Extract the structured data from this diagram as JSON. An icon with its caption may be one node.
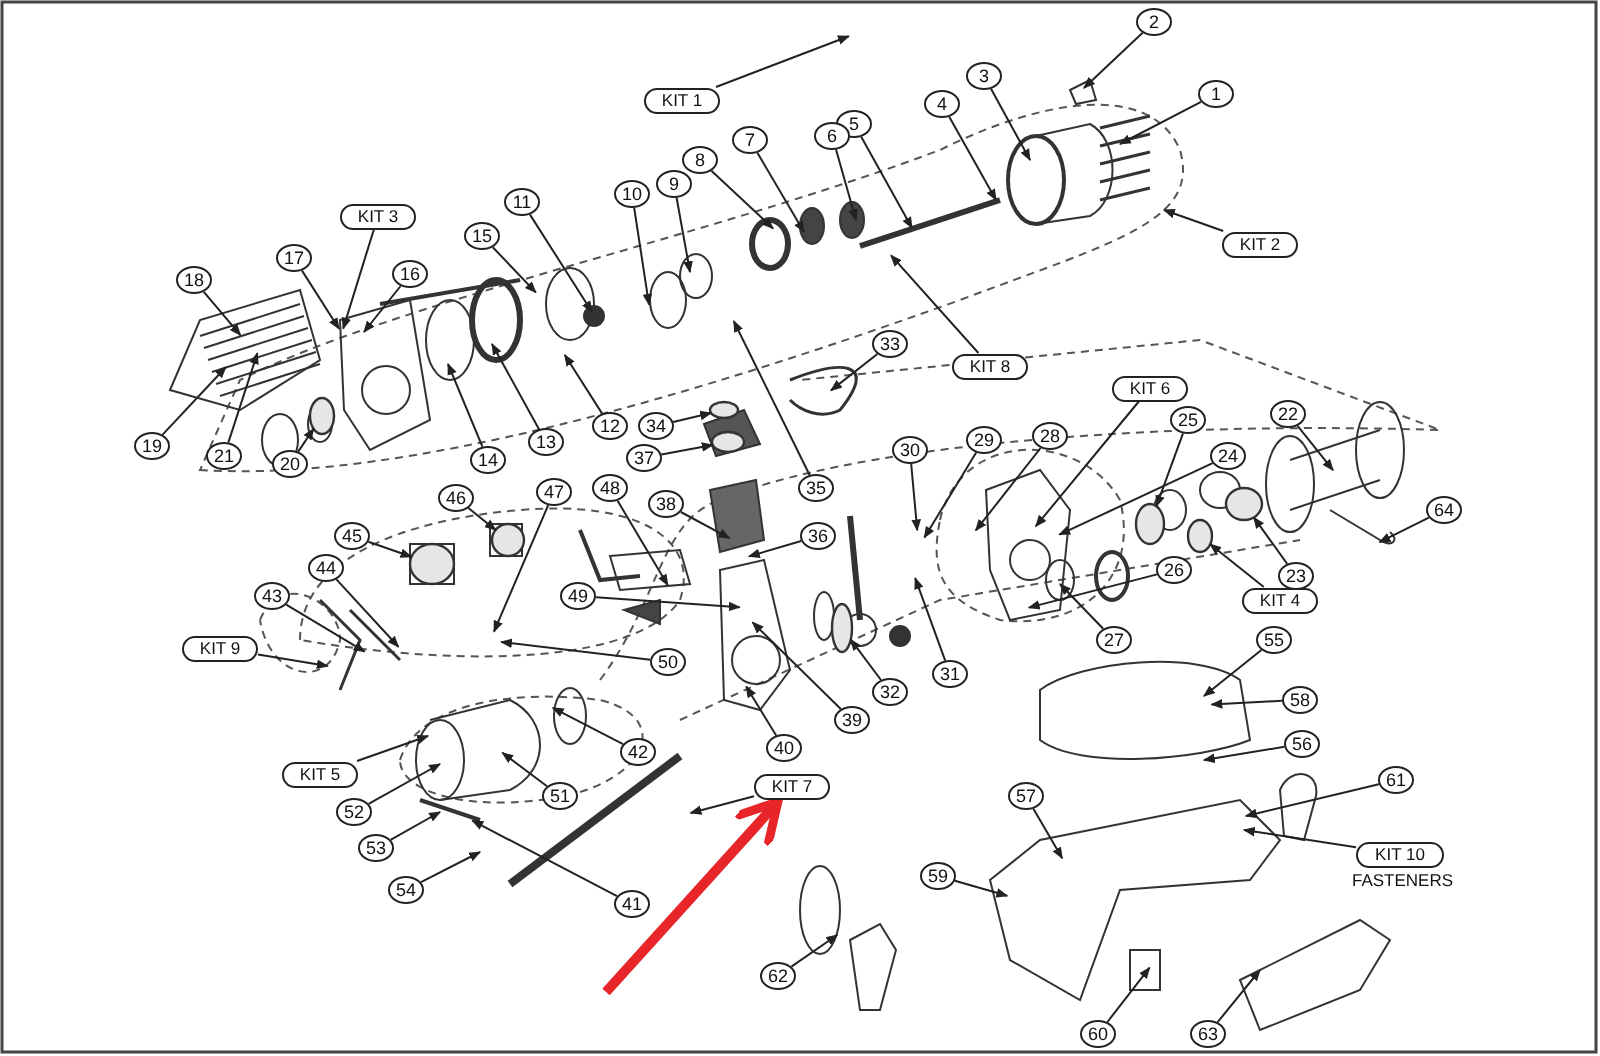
{
  "diagram": {
    "nodes": [
      {
        "text": [
          "1"
        ]
      },
      {
        "text": [
          "2"
        ]
      },
      {
        "text": [
          "3"
        ]
      },
      {
        "text": [
          "4"
        ]
      },
      {
        "text": [
          "5"
        ]
      },
      {
        "text": [
          "6"
        ]
      },
      {
        "text": [
          "7"
        ]
      },
      {
        "text": [
          "8"
        ]
      },
      {
        "text": [
          "9"
        ]
      },
      {
        "text": [
          "10"
        ]
      },
      {
        "text": [
          "11"
        ]
      },
      {
        "text": [
          "12"
        ]
      },
      {
        "text": [
          "13"
        ]
      },
      {
        "text": [
          "14"
        ]
      },
      {
        "text": [
          "15"
        ]
      },
      {
        "text": [
          "16"
        ]
      },
      {
        "text": [
          "17"
        ]
      },
      {
        "text": [
          "18"
        ]
      },
      {
        "text": [
          "19"
        ]
      },
      {
        "text": [
          "20"
        ]
      },
      {
        "text": [
          "21"
        ]
      },
      {
        "text": [
          "22"
        ]
      },
      {
        "text": [
          "23"
        ]
      },
      {
        "text": [
          "24"
        ]
      },
      {
        "text": [
          "25"
        ]
      },
      {
        "text": [
          "26"
        ]
      },
      {
        "text": [
          "27"
        ]
      },
      {
        "text": [
          "28"
        ]
      },
      {
        "text": [
          "29"
        ]
      },
      {
        "text": [
          "30"
        ]
      },
      {
        "text": [
          "31"
        ]
      },
      {
        "text": [
          "32"
        ]
      },
      {
        "text": [
          "33"
        ]
      },
      {
        "text": [
          "34"
        ]
      },
      {
        "text": [
          "35"
        ]
      },
      {
        "text": [
          "36"
        ]
      },
      {
        "text": [
          "37"
        ]
      },
      {
        "text": [
          "38"
        ]
      },
      {
        "text": [
          "39"
        ]
      },
      {
        "text": [
          "40"
        ]
      },
      {
        "text": [
          "41"
        ]
      },
      {
        "text": [
          "42"
        ]
      },
      {
        "text": [
          "43"
        ]
      },
      {
        "text": [
          "44"
        ]
      },
      {
        "text": [
          "45"
        ]
      },
      {
        "text": [
          "46"
        ]
      },
      {
        "text": [
          "47"
        ]
      },
      {
        "text": [
          "48"
        ]
      },
      {
        "text": [
          "49"
        ]
      },
      {
        "text": [
          "50"
        ]
      },
      {
        "text": [
          "51"
        ]
      },
      {
        "text": [
          "52"
        ]
      },
      {
        "text": [
          "53"
        ]
      },
      {
        "text": [
          "54"
        ]
      },
      {
        "text": [
          "55"
        ]
      },
      {
        "text": [
          "56"
        ]
      },
      {
        "text": [
          "57"
        ]
      },
      {
        "text": [
          "58"
        ]
      },
      {
        "text": [
          "59"
        ]
      },
      {
        "text": [
          "60"
        ]
      },
      {
        "text": [
          "61"
        ]
      },
      {
        "text": [
          "62"
        ]
      },
      {
        "text": [
          "63"
        ]
      },
      {
        "text": [
          "64"
        ]
      },
      {
        "text": [
          "KIT 1"
        ]
      },
      {
        "text": [
          "KIT 2"
        ]
      },
      {
        "text": [
          "KIT 3"
        ]
      },
      {
        "text": [
          "KIT 4"
        ]
      },
      {
        "text": [
          "KIT 5"
        ]
      },
      {
        "text": [
          "KIT 6"
        ]
      },
      {
        "text": [
          "KIT 7"
        ]
      },
      {
        "text": [
          "KIT 8"
        ]
      },
      {
        "text": [
          "KIT 9"
        ]
      },
      {
        "text": [
          "KIT 10",
          "FASTENERS"
        ]
      },
      {
        "text": [],
        "shape": "circle"
      },
      {
        "text": [],
        "shape": "circle"
      },
      {
        "text": [],
        "shape": "circle"
      },
      {
        "text": [],
        "shape": "circle"
      },
      {
        "text": [],
        "shape": "circle"
      },
      {
        "text": [],
        "shape": "circle"
      },
      {
        "text": [],
        "shape": "circle"
      },
      {
        "text": [],
        "shape": "circle"
      },
      {
        "text": [],
        "shape": "circle"
      }
    ],
    "edges": [
      {
        "from": 0,
        "to": null,
        "arrow": "to"
      },
      {
        "from": 1,
        "to": null,
        "arrow": "to"
      },
      {
        "from": 2,
        "to": null,
        "arrow": "to"
      },
      {
        "from": 3,
        "to": null,
        "arrow": "to"
      },
      {
        "from": 4,
        "to": null,
        "arrow": "to"
      },
      {
        "from": 5,
        "to": null,
        "arrow": "to"
      },
      {
        "from": 6,
        "to": null,
        "arrow": "to"
      },
      {
        "from": 7,
        "to": null,
        "arrow": "to"
      },
      {
        "from": 8,
        "to": null,
        "arrow": "to"
      },
      {
        "from": 9,
        "to": null,
        "arrow": "to"
      },
      {
        "from": 10,
        "to": null,
        "arrow": "to"
      },
      {
        "from": 11,
        "to": null,
        "arrow": "to"
      },
      {
        "from": 12,
        "to": null,
        "arrow": "to"
      },
      {
        "from": 13,
        "to": null,
        "arrow": "to"
      },
      {
        "from": 14,
        "to": null,
        "arrow": "to"
      },
      {
        "from": 15,
        "to": null,
        "arrow": "to"
      },
      {
        "from": 16,
        "to": null,
        "arrow": "to"
      },
      {
        "from": 17,
        "to": null,
        "arrow": "to"
      },
      {
        "from": 18,
        "to": null,
        "arrow": "to"
      },
      {
        "from": 19,
        "to": 74,
        "arrow": "to"
      },
      {
        "from": 20,
        "to": null,
        "arrow": "to"
      },
      {
        "from": 21,
        "to": null,
        "arrow": "to"
      },
      {
        "from": 22,
        "to": 75,
        "arrow": "to"
      },
      {
        "from": 23,
        "to": null,
        "arrow": "to"
      },
      {
        "from": 24,
        "to": 76,
        "arrow": "to"
      },
      {
        "from": 25,
        "to": null,
        "arrow": "to"
      },
      {
        "from": 26,
        "to": null,
        "arrow": "to"
      },
      {
        "from": 27,
        "to": null,
        "arrow": "to"
      },
      {
        "from": 28,
        "to": null,
        "arrow": "to"
      },
      {
        "from": 29,
        "to": null,
        "arrow": "to"
      },
      {
        "from": 30,
        "to": null,
        "arrow": "to"
      },
      {
        "from": 31,
        "to": 77,
        "arrow": "to"
      },
      {
        "from": 32,
        "to": null,
        "arrow": "to"
      },
      {
        "from": 33,
        "to": 82,
        "arrow": "to"
      },
      {
        "from": 34,
        "to": null,
        "arrow": "to"
      },
      {
        "from": 35,
        "to": null,
        "arrow": "to"
      },
      {
        "from": 36,
        "to": 78,
        "arrow": "to"
      },
      {
        "from": 37,
        "to": null,
        "arrow": "to"
      },
      {
        "from": 38,
        "to": null,
        "arrow": "to"
      },
      {
        "from": 39,
        "to": null,
        "arrow": "to"
      },
      {
        "from": 40,
        "to": null,
        "arrow": "to"
      },
      {
        "from": 41,
        "to": null,
        "arrow": "to"
      },
      {
        "from": 42,
        "to": null,
        "arrow": "to"
      },
      {
        "from": 43,
        "to": null,
        "arrow": "to"
      },
      {
        "from": 44,
        "to": 79,
        "arrow": "to"
      },
      {
        "from": 45,
        "to": 80,
        "arrow": "to"
      },
      {
        "from": 46,
        "to": null,
        "arrow": "to"
      },
      {
        "from": 47,
        "to": null,
        "arrow": "to"
      },
      {
        "from": 48,
        "to": null,
        "arrow": "to"
      },
      {
        "from": 49,
        "to": null,
        "arrow": "to"
      },
      {
        "from": 50,
        "to": null,
        "arrow": "to"
      },
      {
        "from": 51,
        "to": null,
        "arrow": "to"
      },
      {
        "from": 52,
        "to": null,
        "arrow": "to"
      },
      {
        "from": 53,
        "to": null,
        "arrow": "to"
      },
      {
        "from": 54,
        "to": null,
        "arrow": "to"
      },
      {
        "from": 55,
        "to": null,
        "arrow": "to"
      },
      {
        "from": 56,
        "to": null,
        "arrow": "to"
      },
      {
        "from": 57,
        "to": null,
        "arrow": "to"
      },
      {
        "from": 58,
        "to": null,
        "arrow": "to"
      },
      {
        "from": 59,
        "to": null,
        "arrow": "to"
      },
      {
        "from": 60,
        "to": null,
        "arrow": "to"
      },
      {
        "from": 61,
        "to": null,
        "arrow": "to"
      },
      {
        "from": 62,
        "to": null,
        "arrow": "to"
      },
      {
        "from": 63,
        "to": null,
        "arrow": "to"
      },
      {
        "from": 64,
        "to": null,
        "arrow": "to"
      },
      {
        "from": 65,
        "to": null,
        "arrow": "to"
      },
      {
        "from": 66,
        "to": null,
        "arrow": "to"
      },
      {
        "from": 67,
        "to": 81,
        "arrow": "to"
      },
      {
        "from": 68,
        "to": null,
        "arrow": "to"
      },
      {
        "from": 69,
        "to": null,
        "arrow": "to"
      },
      {
        "from": 70,
        "to": null,
        "arrow": "to"
      },
      {
        "from": 71,
        "to": null,
        "arrow": "to"
      },
      {
        "from": 72,
        "to": null,
        "arrow": "to"
      },
      {
        "from": 73,
        "to": null,
        "arrow": "to"
      },
      {
        "from": null,
        "to": 70,
        "arrow": "to",
        "style": "thick",
        "color": "#e8262a"
      }
    ]
  }
}
